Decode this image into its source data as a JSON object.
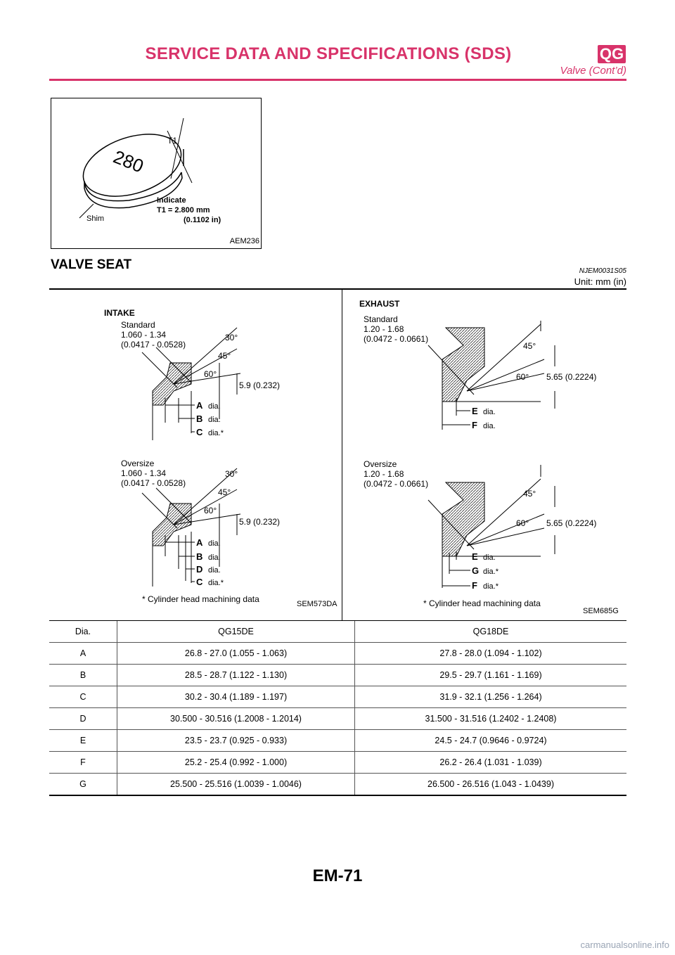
{
  "header": {
    "title": "SERVICE DATA AND SPECIFICATIONS (SDS)",
    "badge": "QG",
    "subtitle": "Valve (Cont’d)"
  },
  "shim_figure": {
    "t1": "T1",
    "indicate": "Indicate",
    "value": "T1 = 2.800 mm",
    "inch": "(0.1102 in)",
    "shim": "Shim",
    "stamp": "280",
    "caption": "AEM236"
  },
  "section": {
    "title": "VALVE SEAT",
    "code": "NJEM0031S05",
    "unit": "Unit: mm (in)"
  },
  "intake_figure": {
    "heading": "INTAKE",
    "standard_label": "Standard",
    "standard_value": "1.060 - 1.34",
    "standard_inch": "(0.0417 - 0.0528)",
    "oversize_label": "Oversize",
    "oversize_value": "1.060 - 1.34",
    "oversize_inch": "(0.0417 - 0.0528)",
    "angle_30": "30°",
    "angle_45": "45°",
    "angle_60": "60°",
    "depth": "5.9 (0.232)",
    "letters": {
      "a": "A",
      "b": "B",
      "c": "C",
      "d": "D"
    },
    "dia": "dia.",
    "dia_star": "dia.*",
    "note": "* Cylinder head machining data",
    "caption": "SEM573DA"
  },
  "exhaust_figure": {
    "heading": "EXHAUST",
    "standard_label": "Standard",
    "standard_value": "1.20 - 1.68",
    "standard_inch": "(0.0472 - 0.0661)",
    "oversize_label": "Oversize",
    "oversize_value": "1.20 - 1.68",
    "oversize_inch": "(0.0472 - 0.0661)",
    "angle_45": "45°",
    "angle_60": "60°",
    "depth": "5.65 (0.2224)",
    "letters": {
      "e": "E",
      "f": "F",
      "g": "G"
    },
    "dia": "dia.",
    "dia_star": "dia.*",
    "note": "* Cylinder head machining data",
    "caption": "SEM685G"
  },
  "table": {
    "headers": [
      "Dia.",
      "QG15DE",
      "QG18DE"
    ],
    "rows": [
      [
        "A",
        "26.8 - 27.0 (1.055 - 1.063)",
        "27.8 - 28.0 (1.094 - 1.102)"
      ],
      [
        "B",
        "28.5 - 28.7 (1.122 - 1.130)",
        "29.5 - 29.7 (1.161 - 1.169)"
      ],
      [
        "C",
        "30.2 - 30.4 (1.189 - 1.197)",
        "31.9 - 32.1 (1.256 - 1.264)"
      ],
      [
        "D",
        "30.500 - 30.516 (1.2008 - 1.2014)",
        "31.500 - 31.516 (1.2402 - 1.2408)"
      ],
      [
        "E",
        "23.5 - 23.7 (0.925 - 0.933)",
        "24.5 - 24.7 (0.9646 - 0.9724)"
      ],
      [
        "F",
        "25.2 - 25.4 (0.992 - 1.000)",
        "26.2 - 26.4 (1.031 - 1.039)"
      ],
      [
        "G",
        "25.500 - 25.516 (1.0039 - 1.0046)",
        "26.500 - 26.516 (1.043 - 1.0439)"
      ]
    ]
  },
  "page_number": "EM-71",
  "footer": "carmanualsonline.info"
}
